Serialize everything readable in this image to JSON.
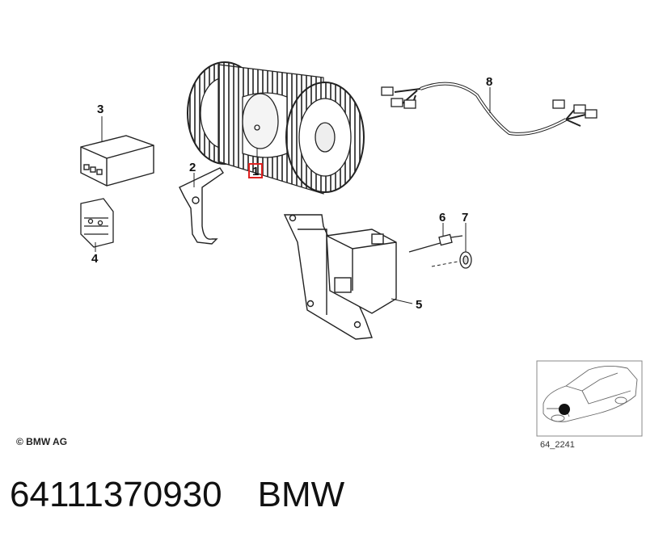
{
  "diagram": {
    "callouts": [
      {
        "id": "1",
        "label": "1",
        "highlighted": true
      },
      {
        "id": "2",
        "label": "2"
      },
      {
        "id": "3",
        "label": "3"
      },
      {
        "id": "4",
        "label": "4"
      },
      {
        "id": "5",
        "label": "5"
      },
      {
        "id": "6",
        "label": "6"
      },
      {
        "id": "7",
        "label": "7"
      },
      {
        "id": "8",
        "label": "8"
      }
    ],
    "highlight_color": "#e0201f",
    "copyright": "© BMW AG",
    "thumbnail_code": "64_2241"
  },
  "footer": {
    "part_number": "64111370930",
    "brand": "BMW"
  }
}
